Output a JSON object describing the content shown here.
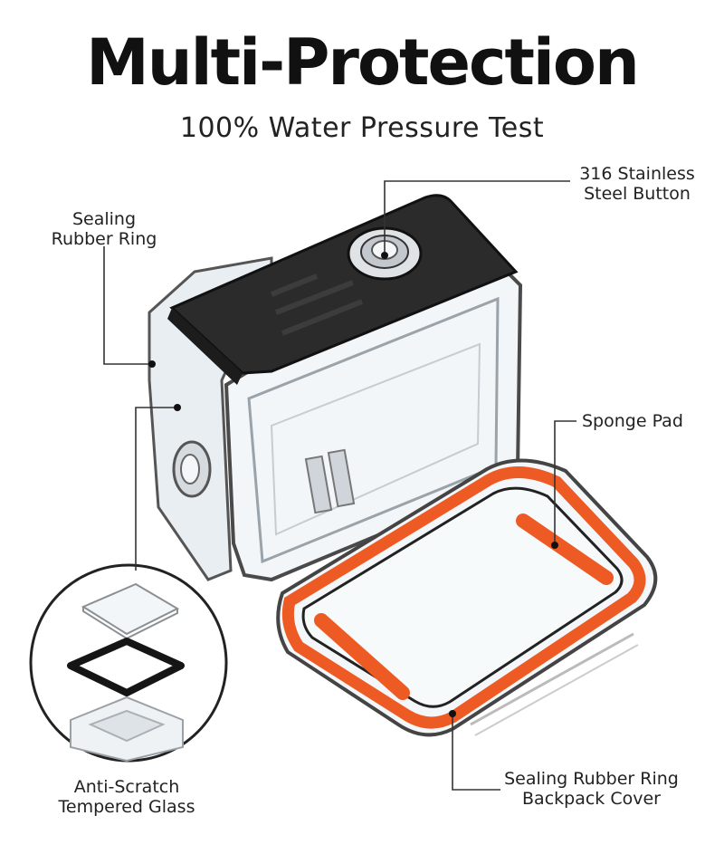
{
  "heading": {
    "title": "Multi-Protection",
    "subtitle": "100% Water Pressure Test"
  },
  "callouts": {
    "steel_button": [
      "316 Stainless",
      "Steel Button"
    ],
    "sealing_ring_top": [
      "Sealing",
      "Rubber Ring"
    ],
    "sponge_pad": [
      "Sponge Pad"
    ],
    "tempered_glass": [
      "Anti-Scratch",
      "Tempered Glass"
    ],
    "backpack_cover": [
      "Sealing Rubber Ring",
      "Backpack Cover"
    ]
  },
  "colors": {
    "accent_orange": "#ee5a24",
    "case_dark": "#2b2b2b",
    "line": "#333333"
  }
}
